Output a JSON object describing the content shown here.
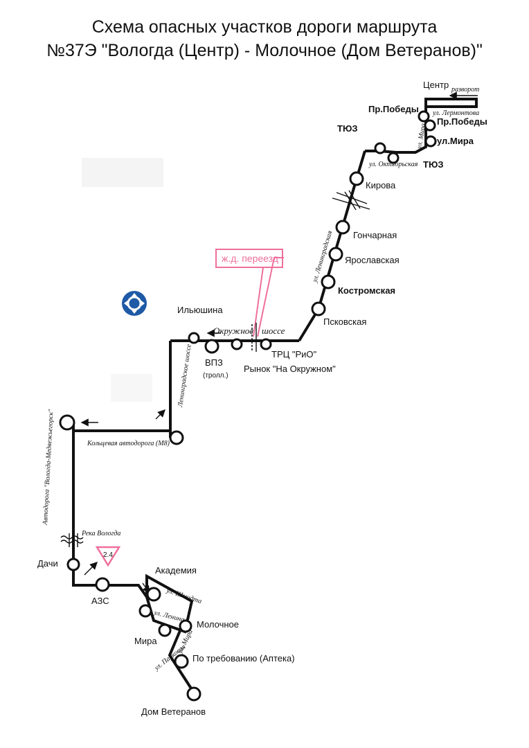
{
  "title": {
    "line1": "Схема опасных участков дороги маршрута",
    "line2": "№37Э \"Вологда (Центр) - Молочное (Дом Ветеранов)\""
  },
  "streets": {
    "razvorot": "разворот",
    "lermontova": "ул. Лермонтова",
    "mira_top": "ул. Мира",
    "oktyabrskaya": "ул. Октябрьская",
    "leningradskaya": "ул. Ленинградская",
    "okruzhnoe": "Окружное",
    "shosse": "шоссе",
    "leningradskoe_shosse": "Ленинградское шоссе",
    "koltsevaya": "Кольцевая автодорога (М8)",
    "avtodoroga": "Автодорога \"Вологда-Медвежьегорск\"",
    "reka": "Река Вологда",
    "shmidta": "ул. Шмидта",
    "lenina": "ул. Ленина",
    "mira_bottom": "ул. Мира",
    "parkovaya": "ул. Парковая"
  },
  "stops": {
    "tsentr": "Центр",
    "pr_pobedy_left": "Пр.Победы",
    "pr_pobedy_right": "Пр.Победы",
    "ul_mira": "ул.Мира",
    "tyuz_left": "ТЮЗ",
    "tyuz_right": "ТЮЗ",
    "kirova": "Кирова",
    "goncharnaya": "Гончарная",
    "yaroslavskaya": "Ярославская",
    "kostromskaya": "Костромская",
    "pskovskaya": "Псковская",
    "ilyushina": "Ильюшина",
    "vpz": "ВПЗ",
    "vpz_note": "(тролл.)",
    "rynok": "Рынок \"На Окружном\"",
    "trts": "ТРЦ \"РиО\"",
    "dachi": "Дачи",
    "azs": "АЗС",
    "akademiya": "Академия",
    "molochnoe": "Молочное",
    "mira": "Мира",
    "po_trebovaniyu": "По требованию (Аптека)",
    "dom_veteranov": "Дом Ветеранов"
  },
  "hazards": {
    "railway_crossing": "ж.д. переезд",
    "yield_sign_number": "2.4"
  },
  "colors": {
    "route": "#111111",
    "railway_crossing": "#ee6f9c",
    "roundabout_sign": "#1f5aa6",
    "yield_sign": "#ee6f9c"
  },
  "icons": {
    "roundabout": "roundabout-sign-icon",
    "yield": "yield-sign-icon",
    "bridge": "river-bridge-icon",
    "railway": "railway-crossing-icon"
  }
}
